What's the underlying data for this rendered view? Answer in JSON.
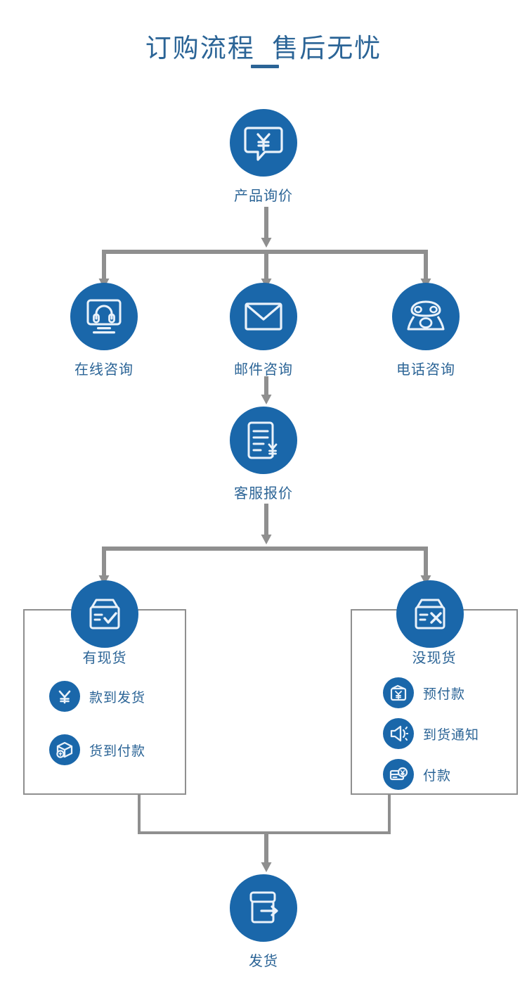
{
  "page": {
    "title_text": "订购流程  售后无忧",
    "brand_blue": "#1a67aa",
    "label_blue": "#2b6496",
    "connector_gray": "#8f8f8f",
    "background": "#ffffff"
  },
  "flow": {
    "start": {
      "label": "产品询价",
      "icon": "speech-bubble-yen-icon"
    },
    "channels": [
      {
        "label": "在线咨询",
        "icon": "monitor-headset-icon"
      },
      {
        "label": "邮件咨询",
        "icon": "envelope-icon"
      },
      {
        "label": "电话咨询",
        "icon": "telephone-icon"
      }
    ],
    "quote": {
      "label": "客服报价",
      "icon": "document-yen-icon"
    },
    "stock_options": [
      {
        "title": "有现货",
        "icon": "box-check-icon",
        "items": [
          {
            "label": "款到发货",
            "icon": "yen-circle-icon"
          },
          {
            "label": "货到付款",
            "icon": "parcel-box-icon"
          }
        ]
      },
      {
        "title": "没现货",
        "icon": "box-cross-icon",
        "items": [
          {
            "label": "预付款",
            "icon": "wallet-yen-icon"
          },
          {
            "label": "到货通知",
            "icon": "speaker-announce-icon"
          },
          {
            "label": "付款",
            "icon": "card-yen-icon"
          }
        ]
      }
    ],
    "end": {
      "label": "发货",
      "icon": "box-arrow-out-icon"
    }
  }
}
